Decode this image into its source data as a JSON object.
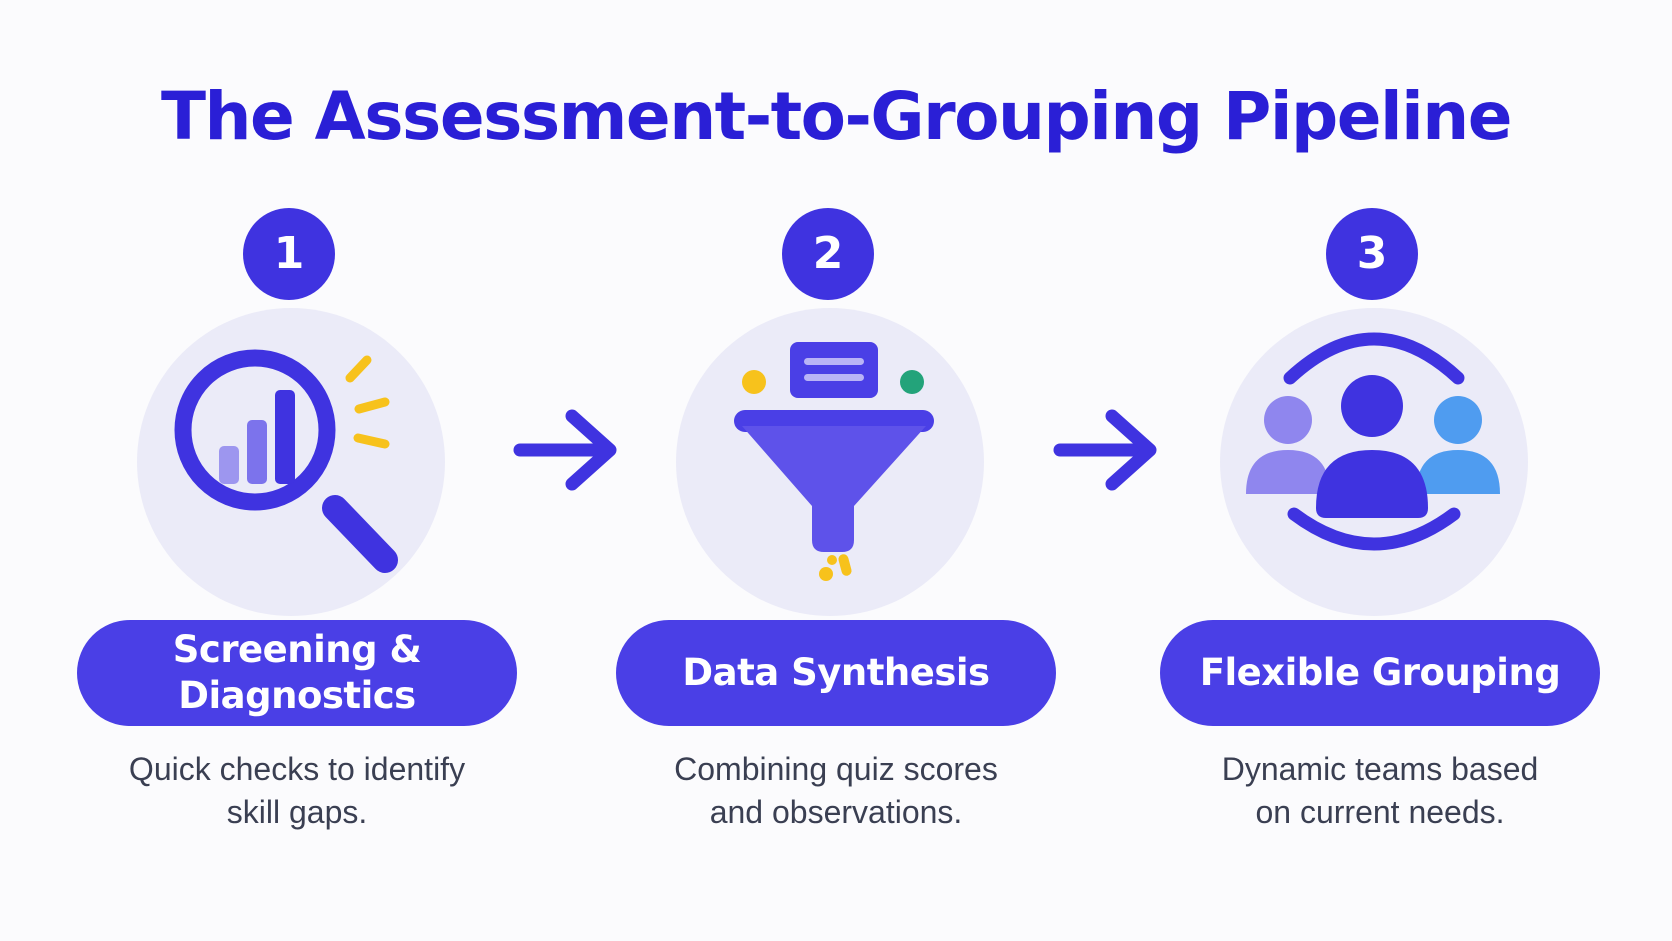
{
  "title": "The Assessment-to-Grouping Pipeline",
  "colors": {
    "primary": "#3f33e0",
    "pill": "#4a3fe6",
    "circle_bg": "#ebebf8",
    "accent_yellow": "#f7c21c",
    "accent_green": "#23a37a",
    "accent_blue": "#4f9cf0",
    "light_purple": "#8f86ee"
  },
  "stages": [
    {
      "number": "1",
      "icon": "magnifier-chart-icon",
      "label": "Screening &\nDiagnostics",
      "description": "Quick checks to identify\nskill gaps."
    },
    {
      "number": "2",
      "icon": "funnel-icon",
      "label": "Data Synthesis",
      "description": "Combining quiz scores\nand observations."
    },
    {
      "number": "3",
      "icon": "group-people-icon",
      "label": "Flexible Grouping",
      "description": "Dynamic teams based\non current needs."
    }
  ],
  "arrows": [
    "arrow-right-icon",
    "arrow-right-icon"
  ]
}
